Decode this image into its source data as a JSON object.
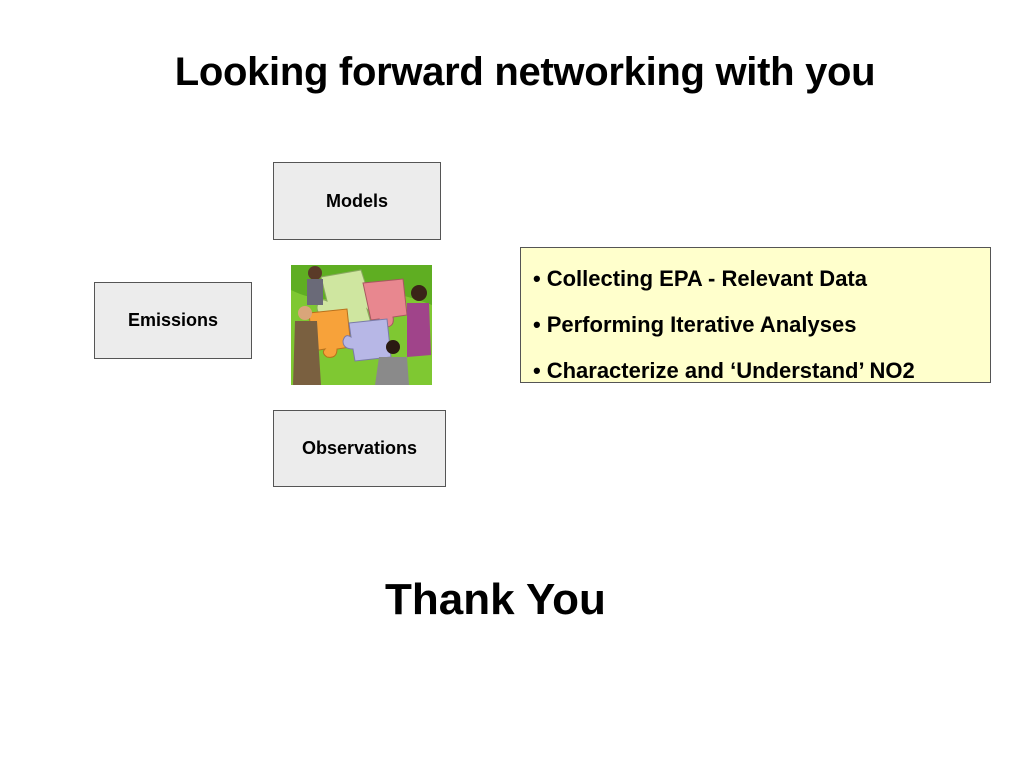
{
  "slide": {
    "title": "Looking forward networking with you",
    "thank_you": "Thank You"
  },
  "diagram": {
    "boxes": {
      "models": "Models",
      "emissions": "Emissions",
      "observations": "Observations"
    },
    "box_fill": "#ececec",
    "image": "puzzle-people-clipart"
  },
  "bullet_box": {
    "fill": "#ffffcc",
    "items": [
      "Collecting EPA - Relevant Data",
      "Performing Iterative Analyses",
      "Characterize and ‘Understand’ NO2"
    ]
  }
}
